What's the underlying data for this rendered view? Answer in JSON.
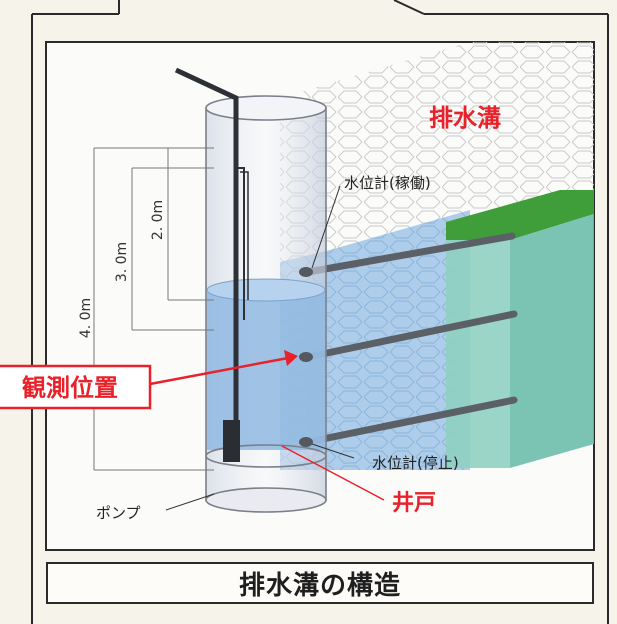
{
  "labels": {
    "drainage_trench": "排水溝",
    "gauge_running": "水位計(稼働)",
    "gauge_stopped": "水位計(停止)",
    "pump": "ポンプ",
    "well": "井戸",
    "observation_position": "観測位置",
    "depth_4m": "4. 0m",
    "depth_3m": "3. 0m",
    "depth_2m": "2. 0m"
  },
  "caption": "排水溝の構造",
  "colors": {
    "accent_red": "#e8212a",
    "water_blue": "#9cc2e6",
    "green_lid": "#3f9e3a",
    "teal_block": "#78c7b8",
    "frame": "#2a2a2a"
  }
}
